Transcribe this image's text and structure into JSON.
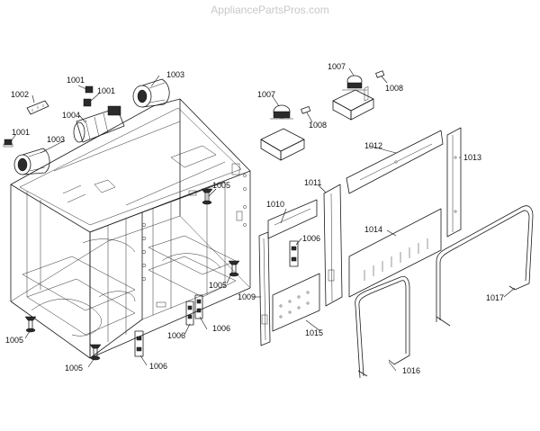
{
  "watermark": "AppliancePartsPros.com",
  "callouts": [
    {
      "id": "c1001a",
      "text": "1001"
    },
    {
      "id": "c1001b",
      "text": "1001"
    },
    {
      "id": "c1001c",
      "text": "1001"
    },
    {
      "id": "c1002",
      "text": "1002"
    },
    {
      "id": "c1003a",
      "text": "1003"
    },
    {
      "id": "c1003b",
      "text": "1003"
    },
    {
      "id": "c1004",
      "text": "1004"
    },
    {
      "id": "c1005a",
      "text": "1005"
    },
    {
      "id": "c1005b",
      "text": "1005"
    },
    {
      "id": "c1005c",
      "text": "1005"
    },
    {
      "id": "c1005d",
      "text": "1005"
    },
    {
      "id": "c1006a",
      "text": "1006"
    },
    {
      "id": "c1006b",
      "text": "1006"
    },
    {
      "id": "c1006c",
      "text": "1006"
    },
    {
      "id": "c1006d",
      "text": "1006"
    },
    {
      "id": "c1007a",
      "text": "1007"
    },
    {
      "id": "c1007b",
      "text": "1007"
    },
    {
      "id": "c1008a",
      "text": "1008"
    },
    {
      "id": "c1008b",
      "text": "1008"
    },
    {
      "id": "c1009",
      "text": "1009"
    },
    {
      "id": "c1010",
      "text": "1010"
    },
    {
      "id": "c1011",
      "text": "1011"
    },
    {
      "id": "c1012",
      "text": "1012"
    },
    {
      "id": "c1013",
      "text": "1013"
    },
    {
      "id": "c1014",
      "text": "1014"
    },
    {
      "id": "c1015",
      "text": "1015"
    },
    {
      "id": "c1016",
      "text": "1016"
    },
    {
      "id": "c1017",
      "text": "1017"
    }
  ]
}
